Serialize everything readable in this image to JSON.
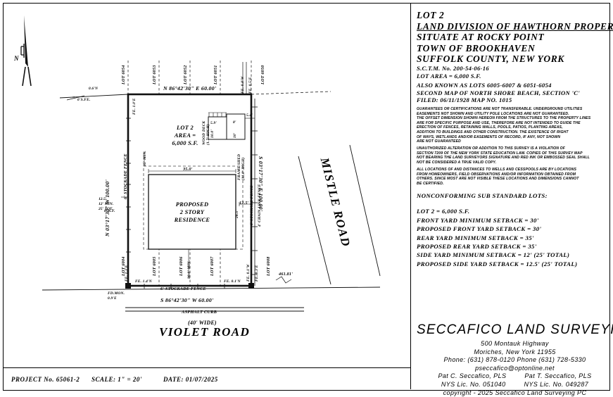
{
  "titleblock": {
    "lines": [
      "LOT 2",
      "LAND DIVISION OF HAWTHORN PROPERTY",
      "SITUATE AT ROCKY POINT",
      "TOWN OF BROOKHAVEN",
      "SUFFOLK COUNTY, NEW YORK"
    ],
    "sctm": "S.C.T.M. No. 200-54-06-16",
    "lot_area": "LOT AREA = 6,000 S.F.",
    "also_known": "ALSO KNOWN AS LOTS 6005-6007 & 6051-6054",
    "map_ref": "SECOND MAP OF NORTH SHORE BEACH, SECTION 'C'",
    "filed": "FILED: 06/11/1928          MAP NO. 1015"
  },
  "notes": {
    "block1": [
      "GUARANTEES OR CERTIFICATIONS ARE NOT TRANSFERABLE. UNDERGROUND UTILITIES",
      "EASEMENTS NOT SHOWN AND UTILITY POLE LOCATIONS ARE NOT GUARANTEED.",
      "THE OFFSET DIMENSION SHOWN HEREON FROM THE STRUCTURES TO THE PROPERTY LINES",
      "ARE FOR SPECIFIC PURPOSE AND USE, THEREFORE ARE NOT INTENDED TO GUIDE THE",
      "ERECTION OF FENCES, RETAINING WALLS, POOLS, PATIOS, PLANTING AREAS,",
      "ADDITION TO BUILDINGS AND OTHER CONSTRUCTION. THE EXISTENCE OF RIGHT",
      "OF WAYS, WETLANDS AND/OR EASEMENTS OF RECORD, IF ANY, NOT SHOWN",
      "ARE NOT GUARANTEED"
    ],
    "block2": [
      "UNAUTHORIZED ALTERATION OR ADDITION TO THIS SURVEY IS A VIOLATION OF",
      "SECTION 7209 OF THE NEW YORK STATE EDUCATION LAW. COPIES OF THIS SURVEY MAP",
      "NOT BEARING THE LAND SURVEYORS SIGNATURE AND RED INK OR EMBOSSED SEAL SHALL",
      "NOT BE CONSIDERED A TRUE VALID COPY."
    ],
    "block3": [
      "ALL LOCATIONS OF AND DISTANCES TO WELLS AND CESSPOOLS ARE BY LOCATIONS",
      "FROM HOMEOWNERS, FIELD OBSERVATIONS AND/OR INFORMATION OBTAINED FROM",
      "OTHERS. SINCE MOST ARE NOT VISIBLE THESE LOCATIONS AND DIMENSIONS CANNOT",
      "BE CERTIFIED."
    ]
  },
  "nonconforming": {
    "heading": "NONCONFORMING SUB STANDARD LOTS:",
    "items": [
      "LOT 2 = 6,000 S.F.",
      "FRONT YARD MINIMUM SETBACK = 30'",
      "PROPOSED FRONT YARD SETBACK = 30'",
      "REAR YARD MINIMUM SETBACK = 35'",
      "PROPOSED REAR YARD SETBACK = 35'",
      "SIDE YARD MINIMUM SETBACK = 12' (25' TOTAL)",
      "PROPOSED SIDE YARD SETBACK = 12.5' (25' TOTAL)"
    ]
  },
  "surveyor": {
    "company": "SECCAFICO LAND SURVEYING PC",
    "address1": "500 Montauk Highway",
    "address2": "Moriches, New York 11955",
    "phones": "Phone: (631) 878-0120     Phone (631) 728-5330",
    "email": "pseccafico@optonline.net",
    "surveyor1_name": "Pat C. Seccafico, PLS",
    "surveyor1_lic": "NYS Lic. No. 051040",
    "surveyor2_name": "Pat T. Seccafico, PLS",
    "surveyor2_lic": "NYS Lic. No. 049287",
    "copyright": "copyright - 2025 Seccafico Land Surveying PC"
  },
  "strip": {
    "project": "PROJECT No. 65061-2",
    "scale": "SCALE:  1\" = 20'",
    "date": "DATE: 01/07/2025"
  },
  "drawing": {
    "north_label": "N",
    "bearings": {
      "north": "N 86°42'30\" E    60.00'",
      "west": "N 03°17'30\" W   100.00'",
      "east": "S 03°17'30\" E   100.00'",
      "south": "S 86°42'30\" W   60.00'"
    },
    "lots_top": [
      "LOT 6054",
      "LOT 6053",
      "LOT 6052",
      "LOT 6051",
      "LOT 6050"
    ],
    "lots_bottom": [
      "LOT 6004",
      "LOT 6005",
      "LOT 6006",
      "LOT 6007",
      "LOT 6008"
    ],
    "lot_area_label": [
      "LOT 2",
      "AREA =",
      "6,000 S.F."
    ],
    "house_label": [
      "PROPOSED",
      "2 STORY",
      "RESIDENCE"
    ],
    "house_width": "35.0'",
    "house_depth": "26.5'",
    "side_setback": "12.5'",
    "setback_note": [
      "12.5'",
      "12' MIN.",
      "25' TOT."
    ],
    "front_setback": "30.0' MIN.",
    "rear_setback": "35' MIN.",
    "deck_label": [
      "WOOD DECK",
      "(1.7' HIGH)"
    ],
    "shed_label": [
      "FRAME SHED",
      "(11.0' HIGH)"
    ],
    "deck_dims": [
      "5.9'",
      "8'",
      "10'",
      "10.0'",
      "5.4'"
    ],
    "fences": {
      "west": "6' STOCKADE FENCE",
      "east_stockade": "6' STOCKADE FENCE",
      "east_chain": "4' CHAIN LINK FENCE",
      "south": "6' STOCKADE FENCE"
    },
    "offsets": {
      "nw": "0.6'N",
      "nw_fence": "6'S.FE.",
      "w_top": "FE. 1.0'E",
      "w_bottom": "FE. 1.3'E",
      "s_left": "FE. 1.4'N",
      "s_right": "FE. 0.1'N",
      "e_bottom1": "FE. 0.1'W",
      "e_bottom2": "FE. 0.3'E",
      "ne1": "FE. 0.8'W",
      "ne2": "FE. 0.5'E",
      "sw_mon": "FD.MON.",
      "sw_mon2": "0.9'E",
      "west_sf": "6'  S.F."
    },
    "corner_distance": "461.81'",
    "mistle_road": "MISTLE ROAD",
    "violet_road": "VIOLET ROAD",
    "violet_width": "(40' WIDE)",
    "asphalt_curb": "ASPHALT CURB"
  }
}
